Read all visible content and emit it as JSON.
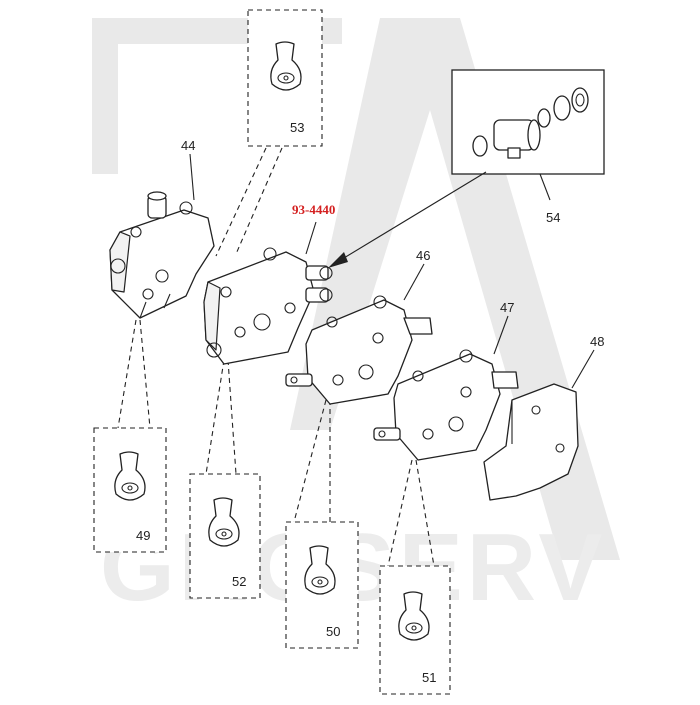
{
  "watermark": "GROSERV",
  "highlight_label": "93-4440",
  "part_labels": {
    "p44": "44",
    "p46": "46",
    "p47": "47",
    "p48": "48",
    "p49": "49",
    "p50": "50",
    "p51": "51",
    "p52": "52",
    "p53": "53",
    "p54": "54"
  }
}
